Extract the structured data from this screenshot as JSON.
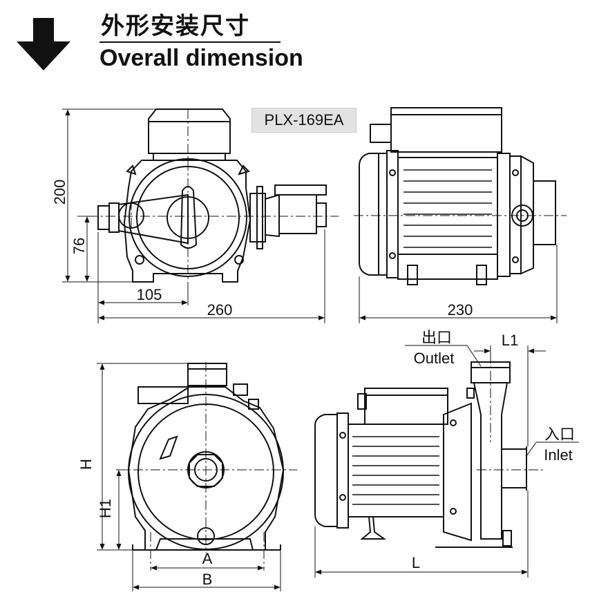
{
  "header": {
    "title_cn": "外形安装尺寸",
    "title_en": "Overall dimension",
    "arrow_icon": "down-arrow-icon"
  },
  "model": "PLX-169EA",
  "top_views": {
    "front_height": "200",
    "front_axis_height": "76",
    "front_inlet_offset": "105",
    "front_width": "260",
    "side_length": "230"
  },
  "bottom_views": {
    "height_label": "H",
    "axis_height_label": "H1",
    "foot_span_label": "A",
    "base_width_label": "B",
    "length_label": "L",
    "outlet_offset_label": "L1",
    "outlet_cn": "出口",
    "outlet_en": "Outlet",
    "inlet_cn": "入口",
    "inlet_en": "Inlet"
  },
  "colors": {
    "line": "#111111",
    "badge_bg": "#e2e2e2",
    "background": "#ffffff"
  }
}
